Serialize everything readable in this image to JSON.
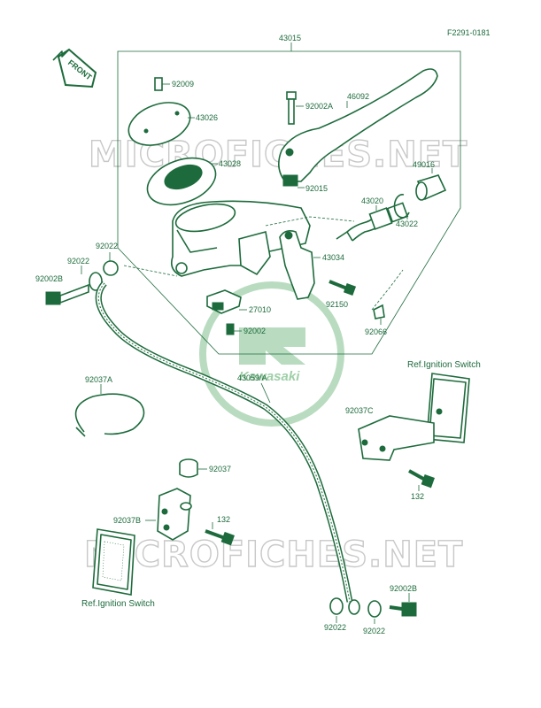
{
  "diagram": {
    "ref_code": "F2291-0181",
    "front_arrow": "FRONT",
    "watermark": "MICROFICHES.NET",
    "logo_text": "Kawasaki",
    "ref_switch_top": "Ref.Ignition Switch",
    "ref_switch_bottom": "Ref.Ignition Switch",
    "labels": {
      "p43015": "43015",
      "p92009": "92009",
      "p43026": "43026",
      "p43028": "43028",
      "p92002A": "92002A",
      "p46092": "46092",
      "p49016": "49016",
      "p92015": "92015",
      "p43020": "43020",
      "p43022": "43022",
      "p43034": "43034",
      "p92022a": "92022",
      "p92022b": "92022",
      "p92002B_left": "92002B",
      "p27010": "27010",
      "p92150": "92150",
      "p92066": "92066",
      "p92002": "92002",
      "p92037A": "92037A",
      "p43059A": "43059/A",
      "p92037C": "92037C",
      "p132_right": "132",
      "p92037": "92037",
      "p92037B": "92037B",
      "p132_left": "132",
      "p92002B_right": "92002B",
      "p92022_bottom_left": "92022",
      "p92022_bottom_right": "92022"
    }
  }
}
